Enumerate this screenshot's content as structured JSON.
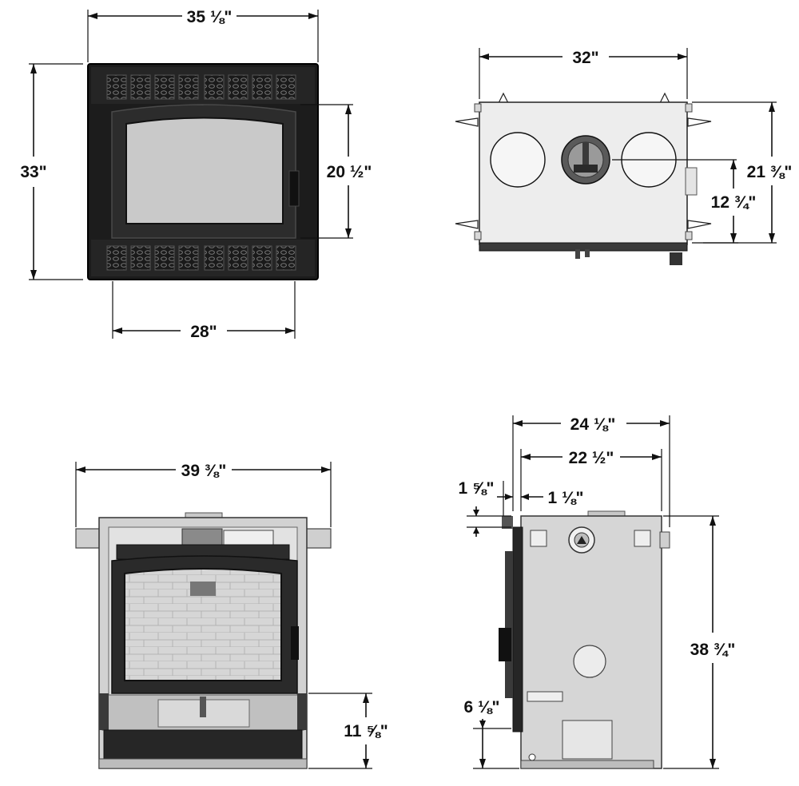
{
  "colors": {
    "stove_dark": "#1c1c1c",
    "stove_trim": "#2c2c2c",
    "glass": "#c9c9c9",
    "body_light": "#ededed",
    "body_gray": "#d2d2d2",
    "line": "#111111"
  },
  "views": {
    "front": {
      "width_label": "35 ⅛\"",
      "height_label": "33\"",
      "door_height_label": "20 ½\"",
      "bottom_width_label": "28\""
    },
    "top": {
      "width_label": "32\"",
      "depth_label": "21 ⅜\"",
      "flue_center_label": "12 ¾\""
    },
    "front_no_surround": {
      "width_label": "39 ⅜\"",
      "bottom_height_label": "11 ⅝\""
    },
    "side": {
      "overall_depth_label": "24 ⅛\"",
      "body_depth_label": "22 ½\"",
      "offset_left_label": "1 ⅝\"",
      "offset_right_label": "1 ⅛\"",
      "height_label": "38 ¾\"",
      "bottom_height_label": "6 ⅛\""
    }
  },
  "icons": [
    "grille-icon",
    "flue-collar-icon",
    "door-handle-icon",
    "outlet-box-icon"
  ]
}
